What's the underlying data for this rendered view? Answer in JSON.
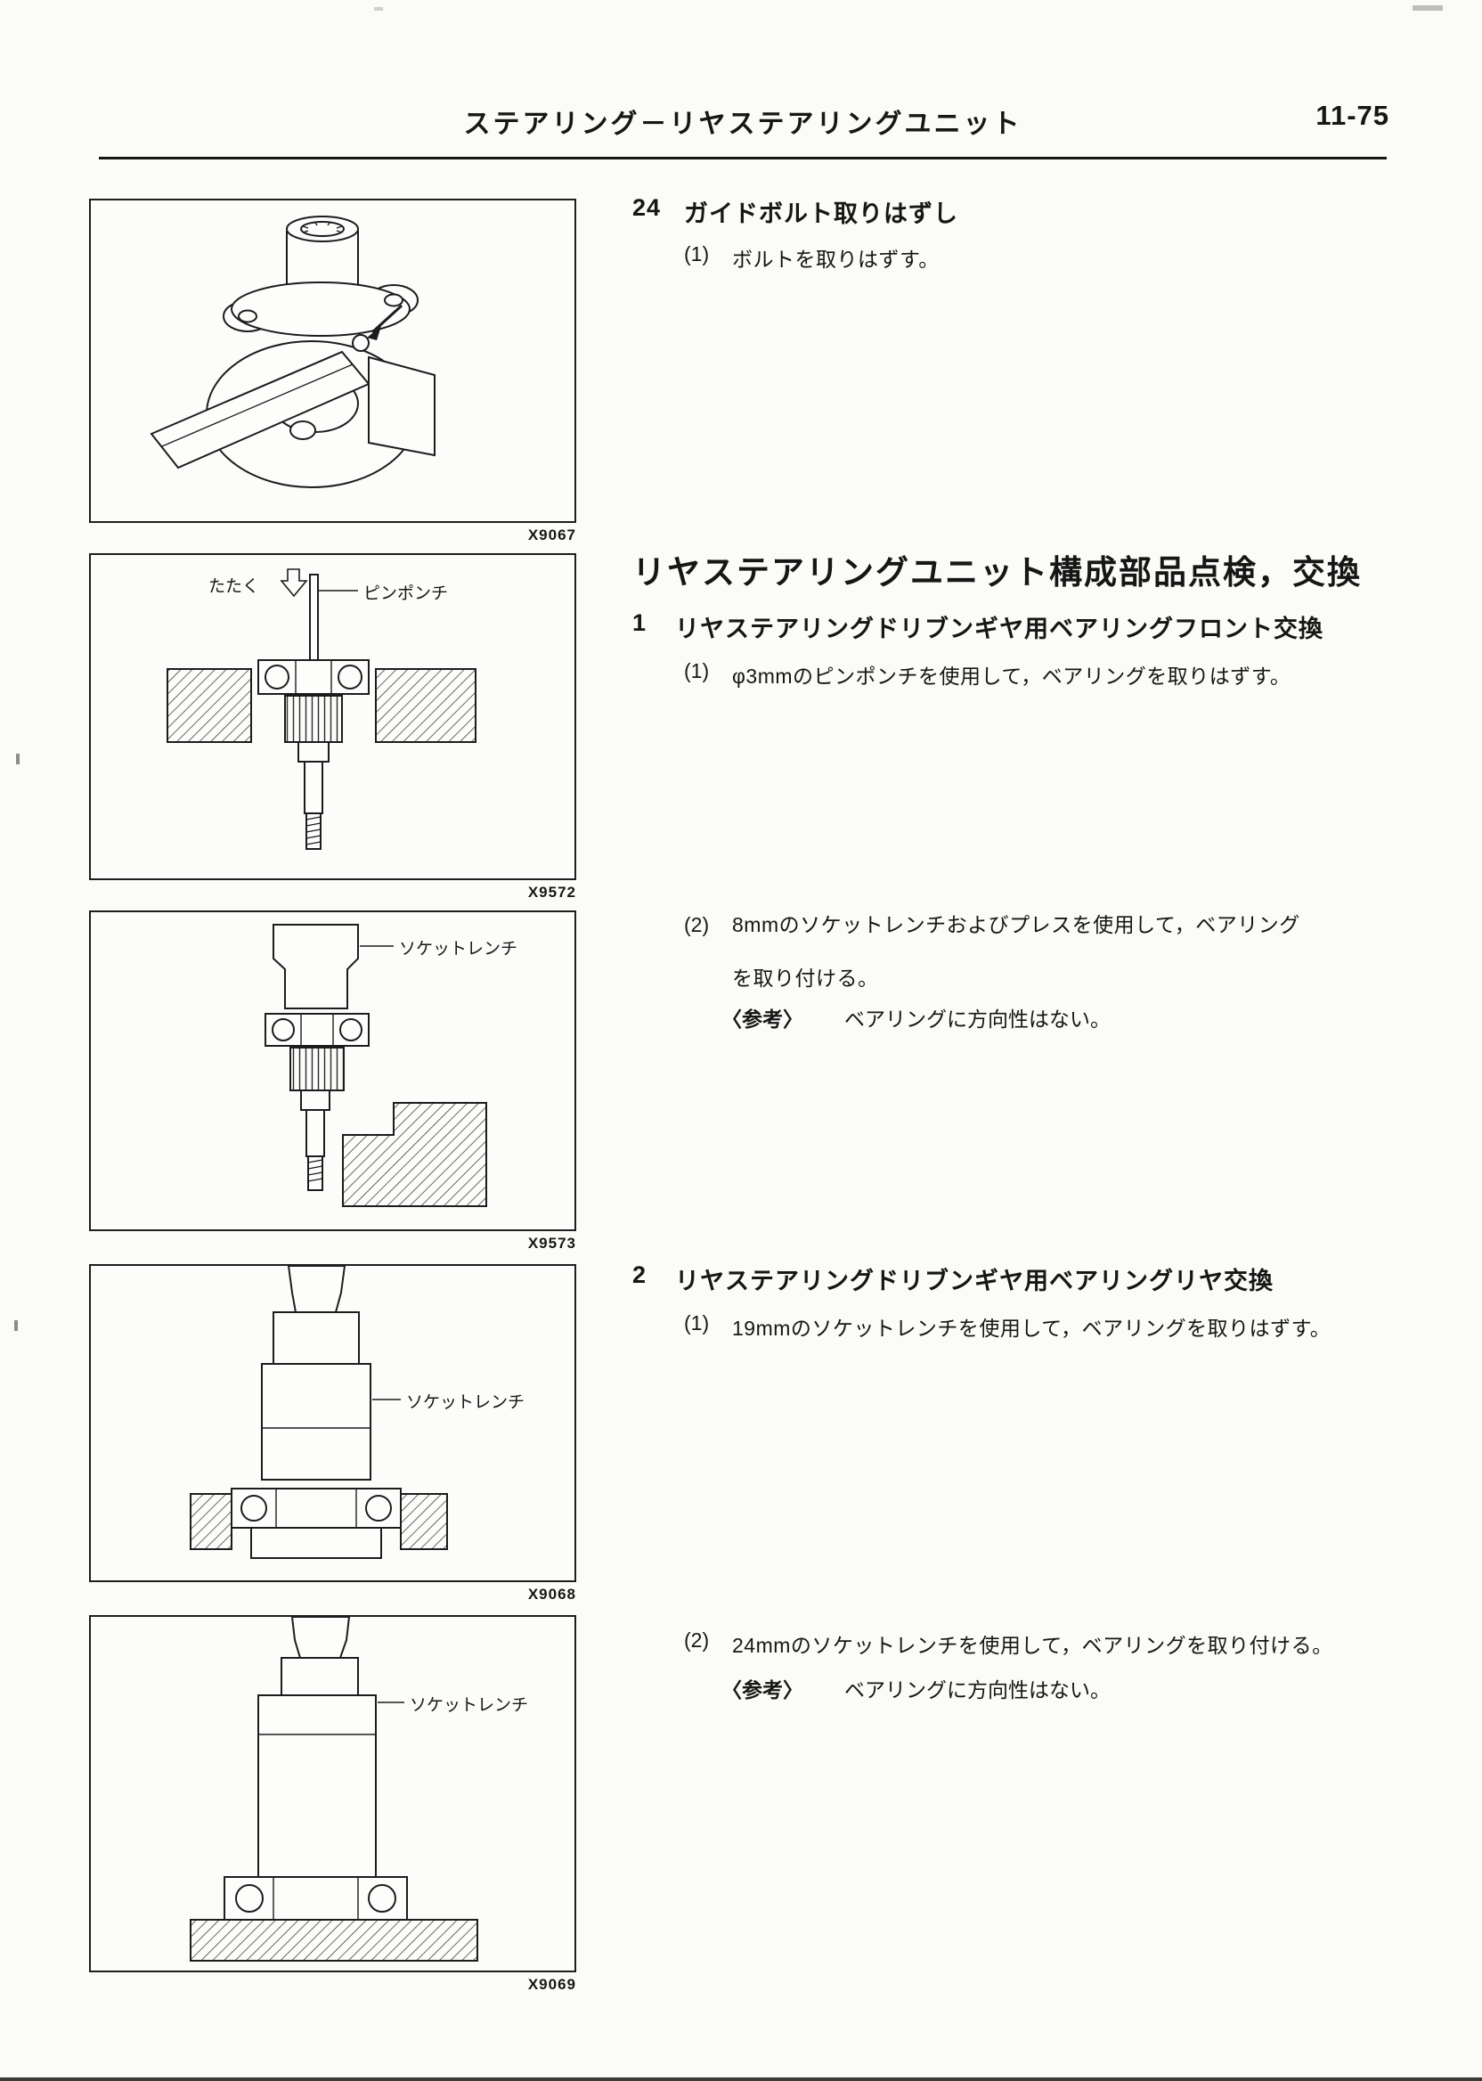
{
  "header": {
    "title": "ステアリング－リヤステアリングユニット",
    "page_number": "11-75"
  },
  "figures": [
    {
      "code": "X9067"
    },
    {
      "code": "X9572",
      "labels": {
        "hit": "たたく",
        "punch": "ピンポンチ"
      }
    },
    {
      "code": "X9573",
      "labels": {
        "wrench": "ソケットレンチ"
      }
    },
    {
      "code": "X9068",
      "labels": {
        "wrench": "ソケットレンチ"
      }
    },
    {
      "code": "X9069",
      "labels": {
        "wrench": "ソケットレンチ"
      }
    }
  ],
  "content": {
    "step24": {
      "num": "24",
      "title": "ガイドボルト取りはずし",
      "sub_num": "(1)",
      "sub_text": "ボルトを取りはずす。"
    },
    "section_title": "リヤステアリングユニット構成部品点検，交換",
    "item1": {
      "num": "1",
      "title": "リヤステアリングドリブンギヤ用ベアリングフロント交換",
      "s1_num": "(1)",
      "s1_text": "φ3mmのピンポンチを使用して，ベアリングを取りはずす。",
      "s2_num": "(2)",
      "s2_text": "8mmのソケットレンチおよびプレスを使用して，ベアリングを取り付ける。",
      "note_label": "〈参考〉",
      "note_text": "ベアリングに方向性はない。"
    },
    "item2": {
      "num": "2",
      "title": "リヤステアリングドリブンギヤ用ベアリングリヤ交換",
      "s1_num": "(1)",
      "s1_text": "19mmのソケットレンチを使用して，ベアリングを取りはずす。",
      "s2_num": "(2)",
      "s2_text": "24mmのソケットレンチを使用して，ベアリングを取り付ける。",
      "note_label": "〈参考〉",
      "note_text": "ベアリングに方向性はない。"
    }
  }
}
